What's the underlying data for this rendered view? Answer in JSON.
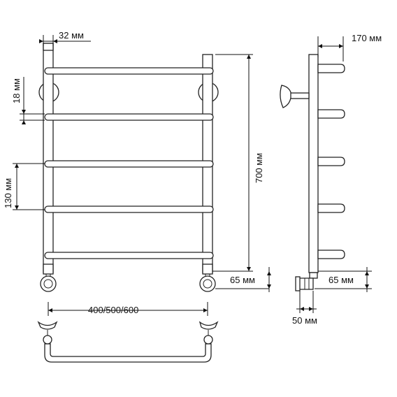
{
  "dimensions": {
    "tube_width": "32 мм",
    "bar_thickness": "18 мм",
    "bar_spacing": "130 мм",
    "height": "700 мм",
    "bottom_offset_front": "65 мм",
    "depth": "170 мм",
    "bottom_offset_side": "65 мм",
    "side_offset": "50 мм",
    "width_options": "400/500/600"
  },
  "colors": {
    "line": "#222222",
    "background": "#ffffff"
  }
}
